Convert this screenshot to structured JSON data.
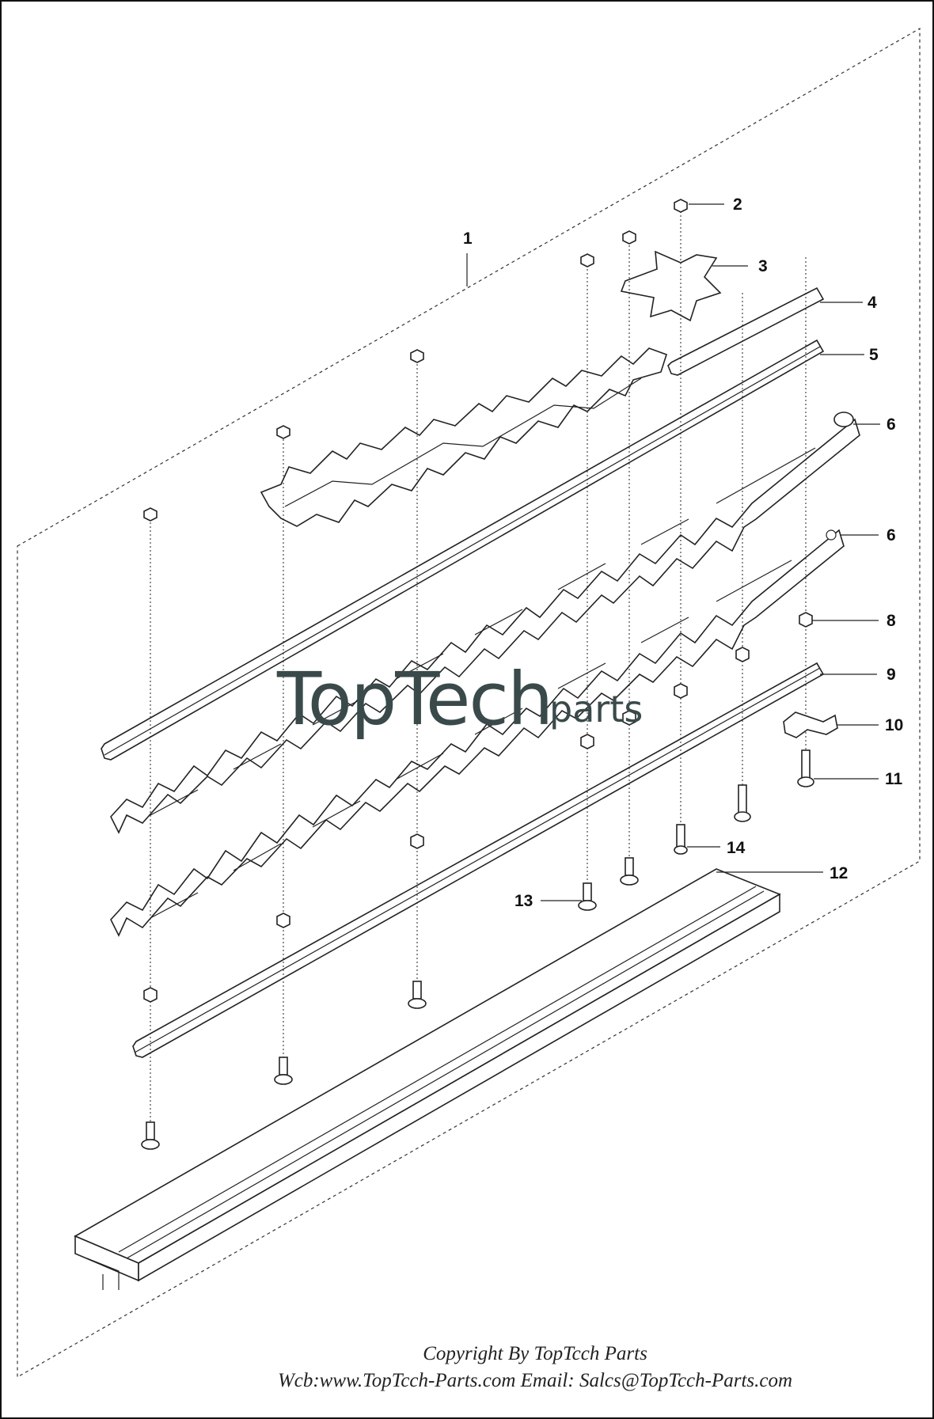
{
  "callouts": [
    {
      "num": "1"
    },
    {
      "num": "2"
    },
    {
      "num": "3"
    },
    {
      "num": "4"
    },
    {
      "num": "5"
    },
    {
      "num": "6"
    },
    {
      "num": "6"
    },
    {
      "num": "8"
    },
    {
      "num": "9"
    },
    {
      "num": "10"
    },
    {
      "num": "11"
    },
    {
      "num": "12"
    },
    {
      "num": "13"
    },
    {
      "num": "14"
    }
  ],
  "watermark": {
    "main": "TopTech",
    "sub": "parts"
  },
  "copyright": {
    "line1": "Copyright By TopTcch Parts",
    "line2": "Wcb:www.TopTcch-Parts.com  Email: Salcs@TopTcch-Parts.com"
  }
}
